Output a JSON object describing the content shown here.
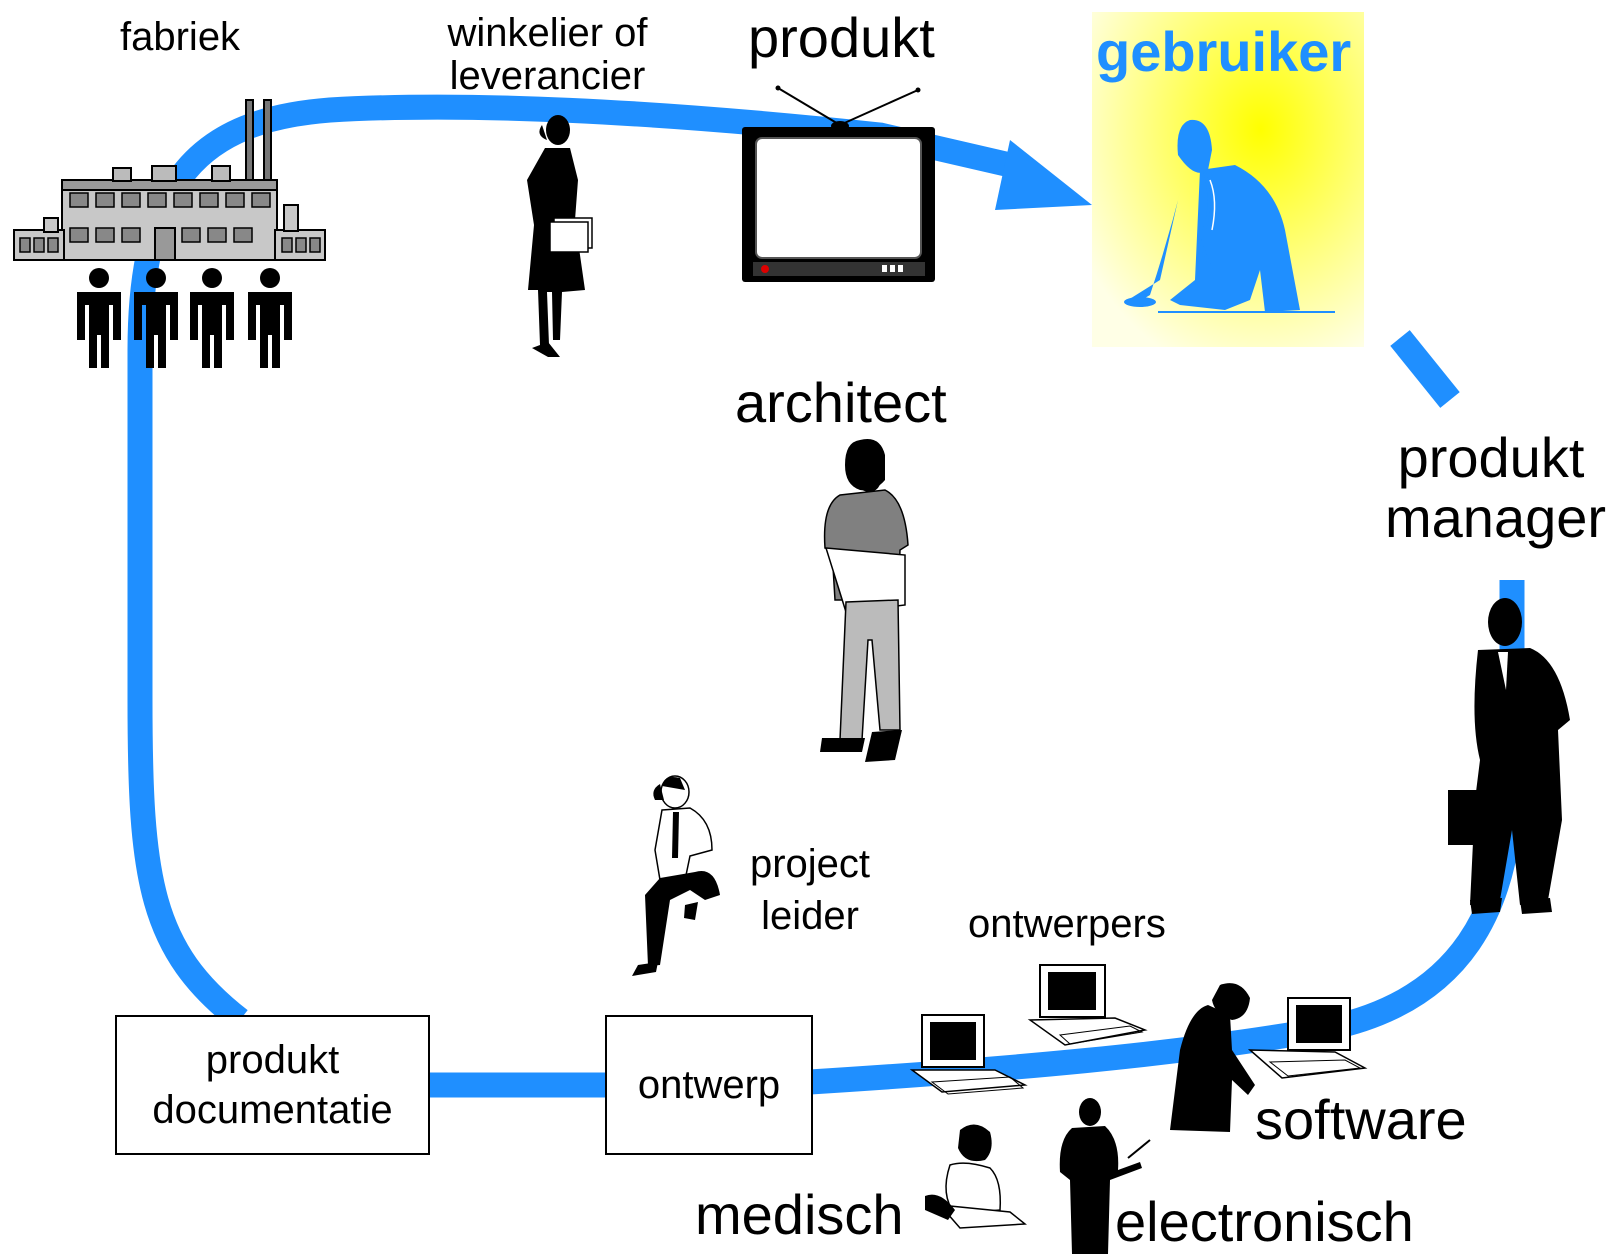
{
  "labels": {
    "fabriek": "fabriek",
    "winkelier_1": "winkelier of",
    "winkelier_2": "leverancier",
    "produkt": "produkt",
    "gebruiker": "gebruiker",
    "architect": "architect",
    "produkt_manager_1": "produkt",
    "produkt_manager_2": "manager",
    "project_leider_1": "project",
    "project_leider_2": "leider",
    "ontwerpers": "ontwerpers",
    "software": "software",
    "medisch": "medisch",
    "electronisch": "electronisch"
  },
  "boxes": {
    "produkt_documentatie_1": "produkt",
    "produkt_documentatie_2": "documentatie",
    "ontwerp": "ontwerp"
  },
  "colors": {
    "flow": "#1f8fff",
    "gebruiker_text": "#1f8fff",
    "gebruiker_glow": "#ffff00",
    "silhouette": "#000000"
  }
}
